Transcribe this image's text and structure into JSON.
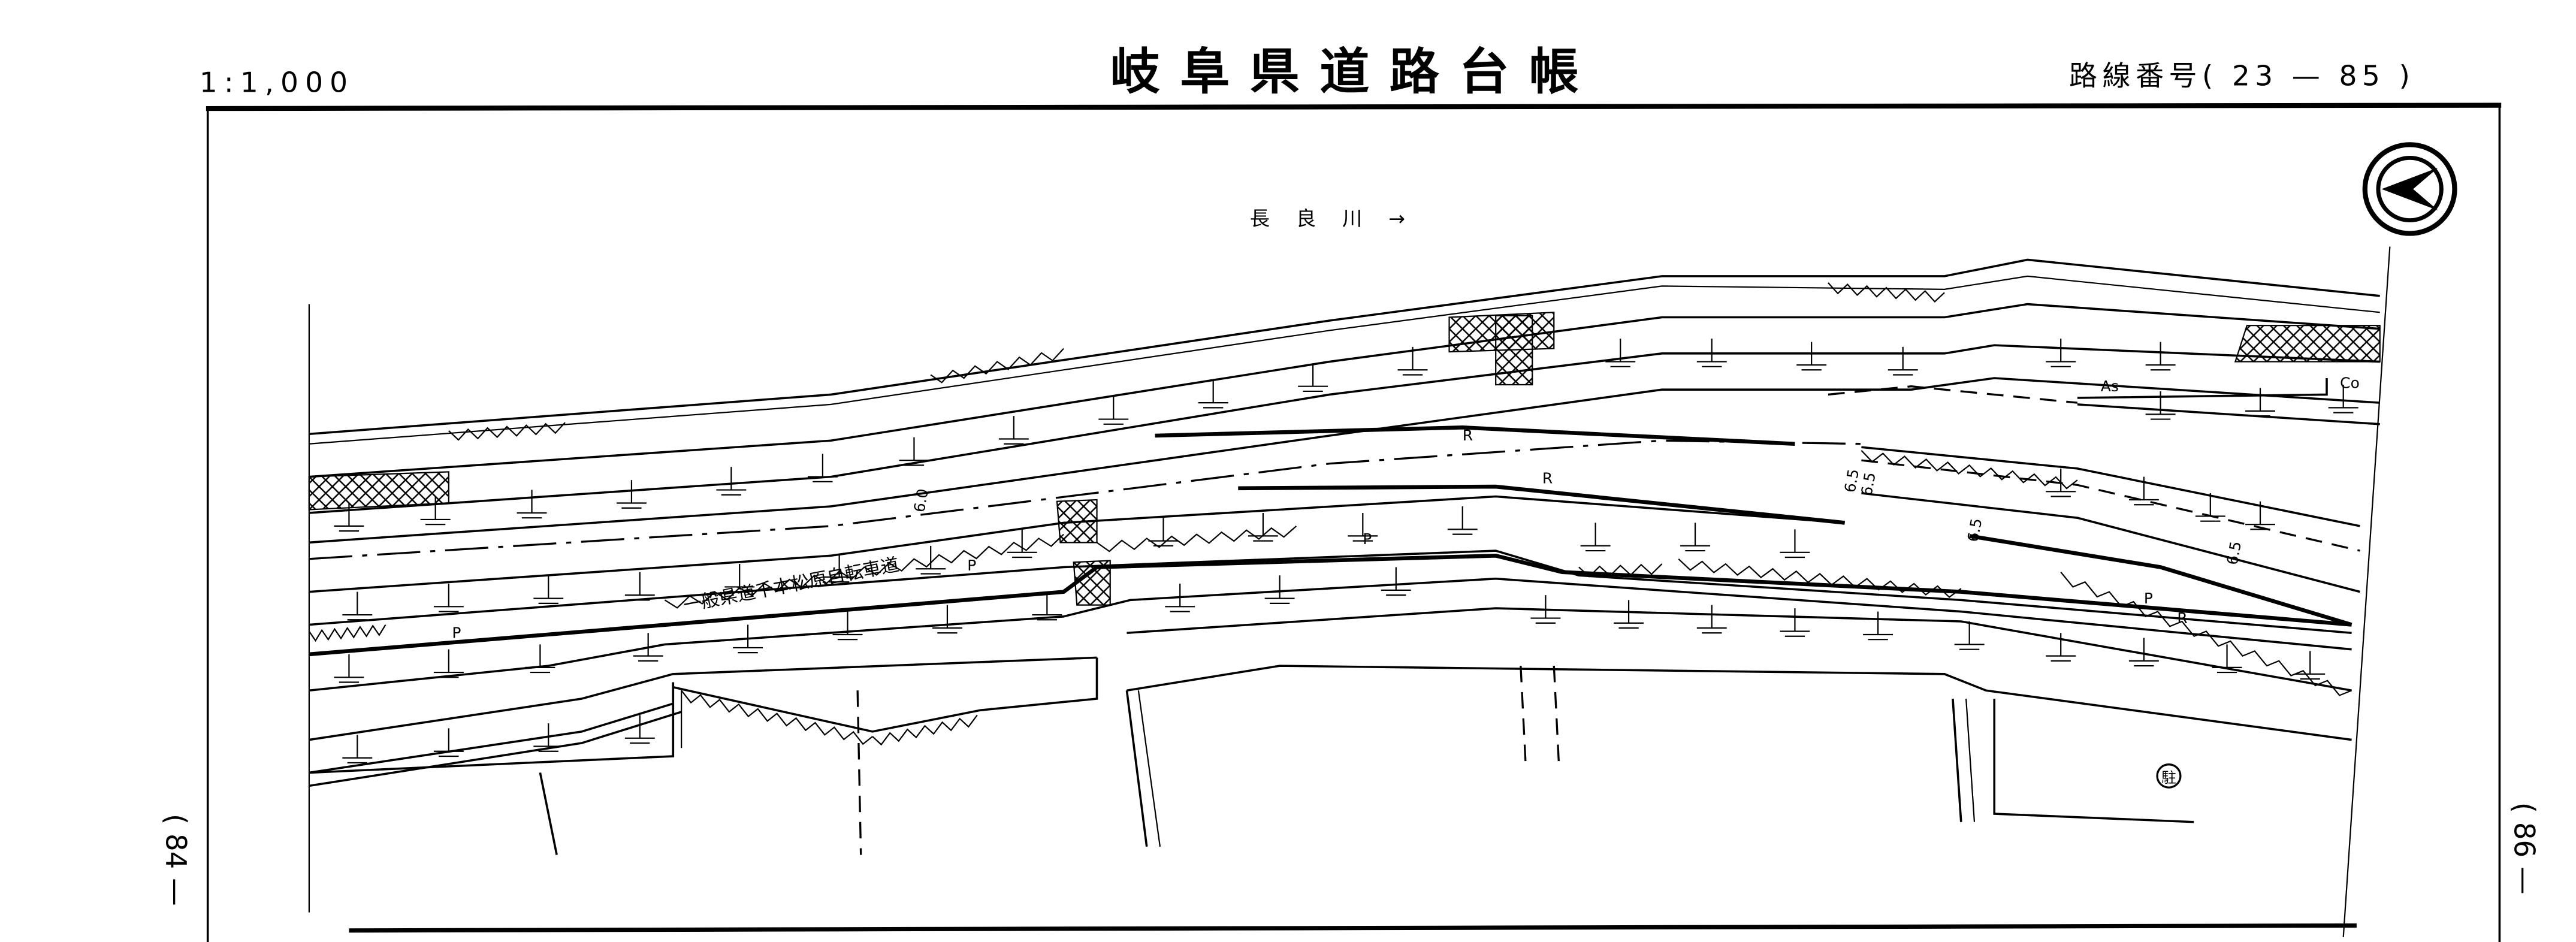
{
  "header": {
    "scale": "1:1,000",
    "title": "岐阜県道路台帳",
    "route_label": "路線番号( 23 — 85 )"
  },
  "map": {
    "river_label": "長 良 川 →",
    "road_name": "一般県道千本松原自転車道",
    "prev_sheet": "( 84 —",
    "next_sheet": "( 86 —",
    "labels": {
      "r": "R",
      "p": "P",
      "as": "As",
      "co": "Co",
      "w65": "6.5",
      "w60": "6.0",
      "parking": "駐"
    },
    "icons": [
      "north-arrow-icon",
      "parking-symbol-icon",
      "embankment-symbol-icon"
    ]
  }
}
